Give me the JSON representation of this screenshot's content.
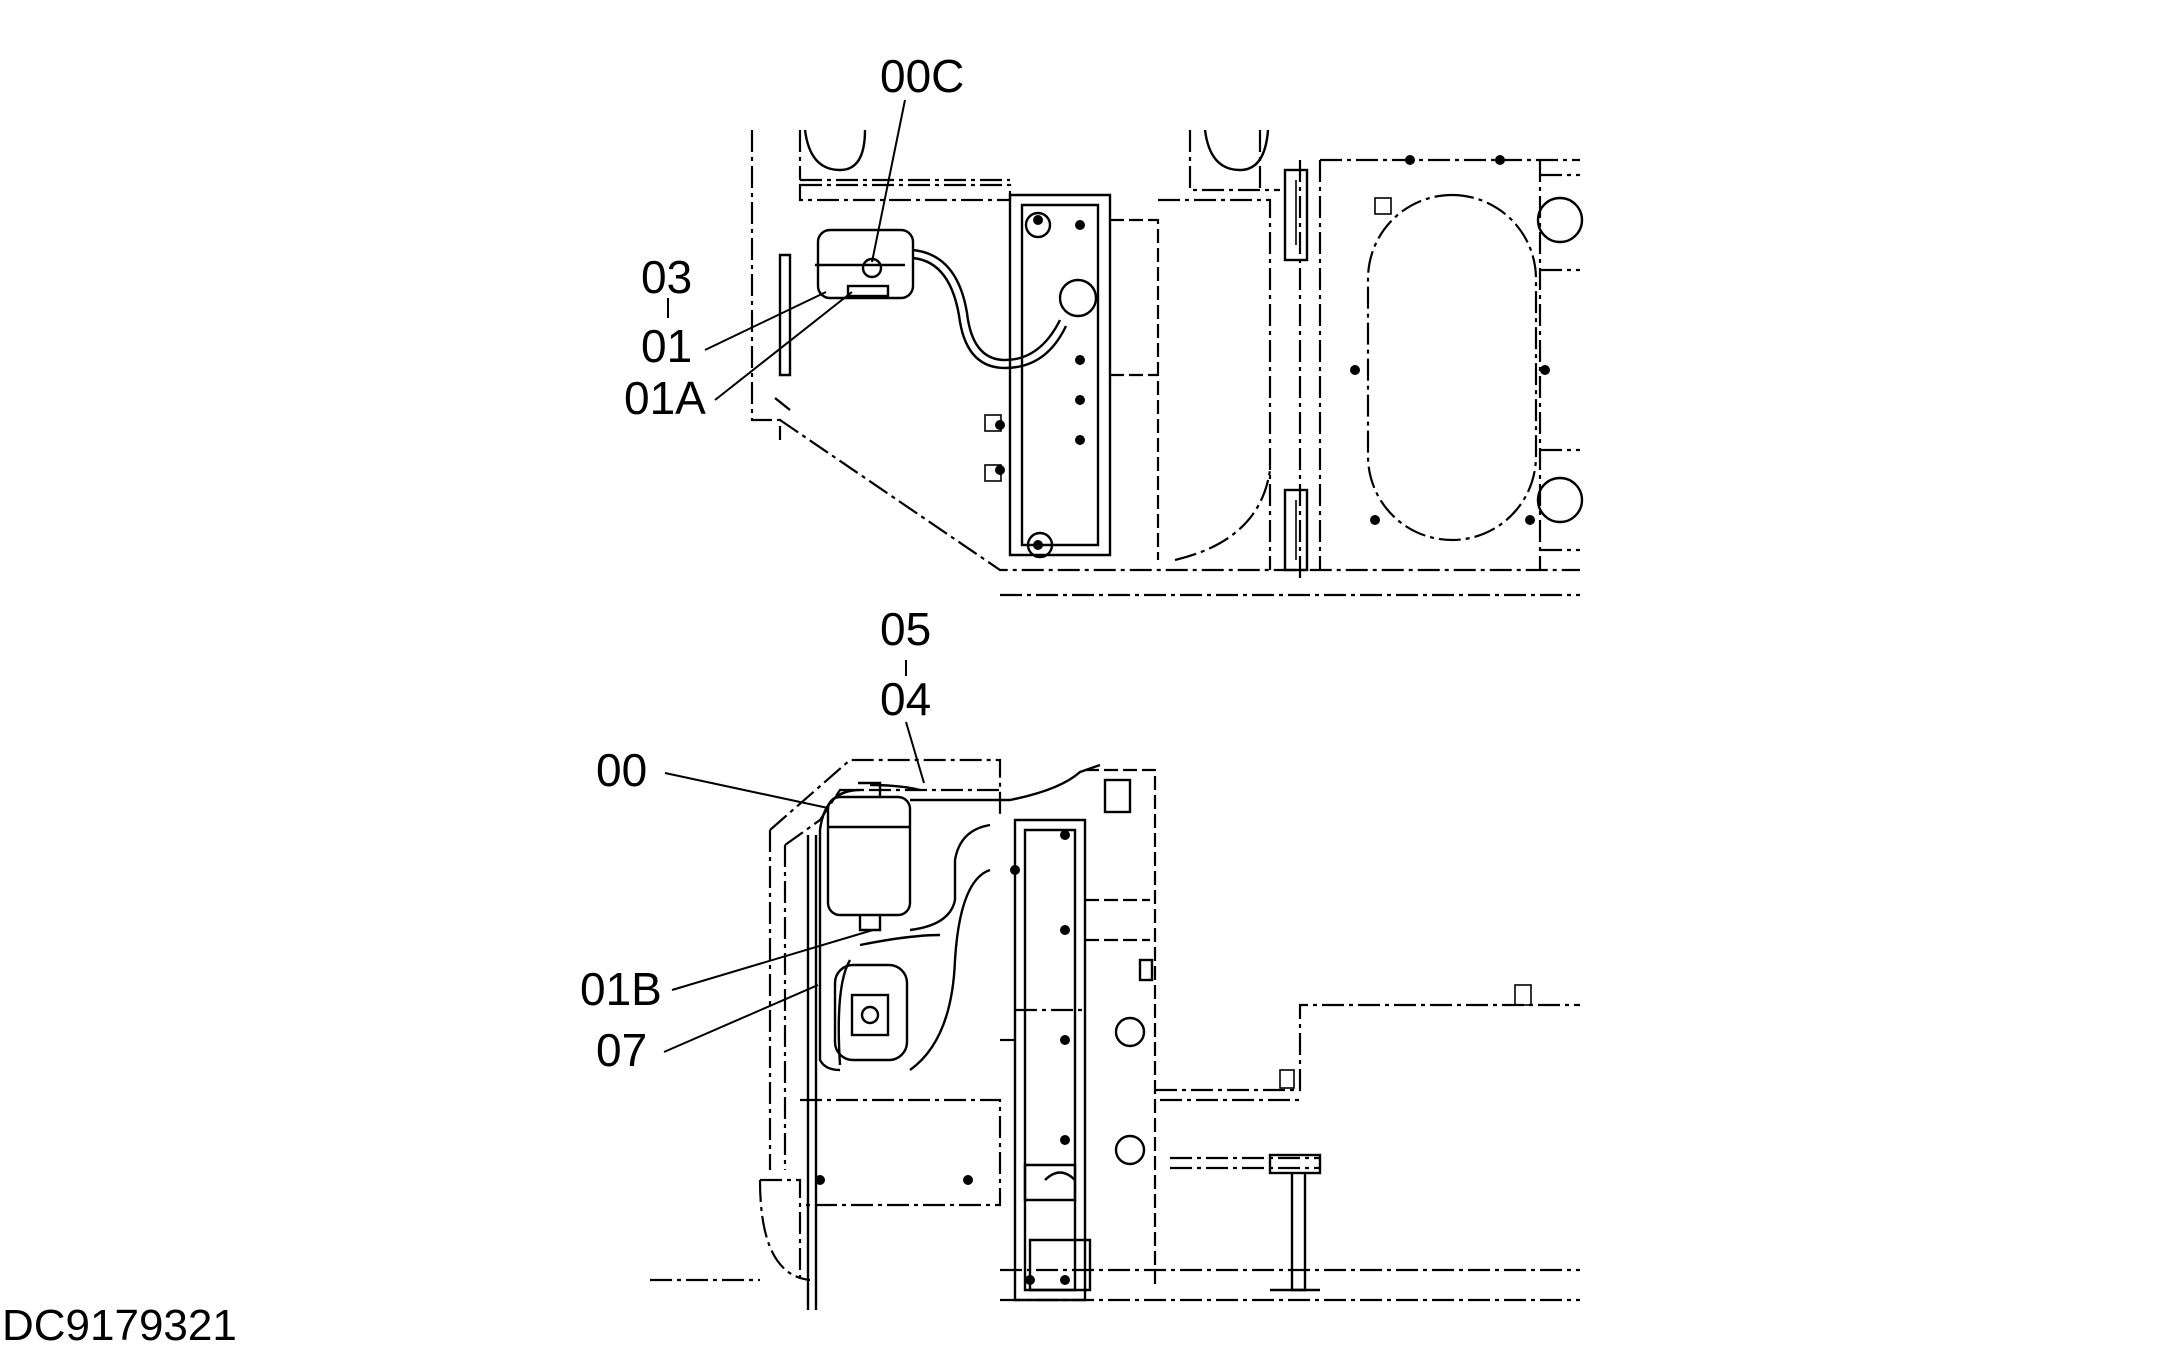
{
  "diagram": {
    "document_id": "DC9179321",
    "callouts_top": {
      "c00C": "00C",
      "c03": "03",
      "c01": "01",
      "c01A": "01A"
    },
    "callouts_bottom": {
      "c05": "05",
      "c04": "04",
      "c00": "00",
      "c01B": "01B",
      "c07": "07"
    }
  }
}
